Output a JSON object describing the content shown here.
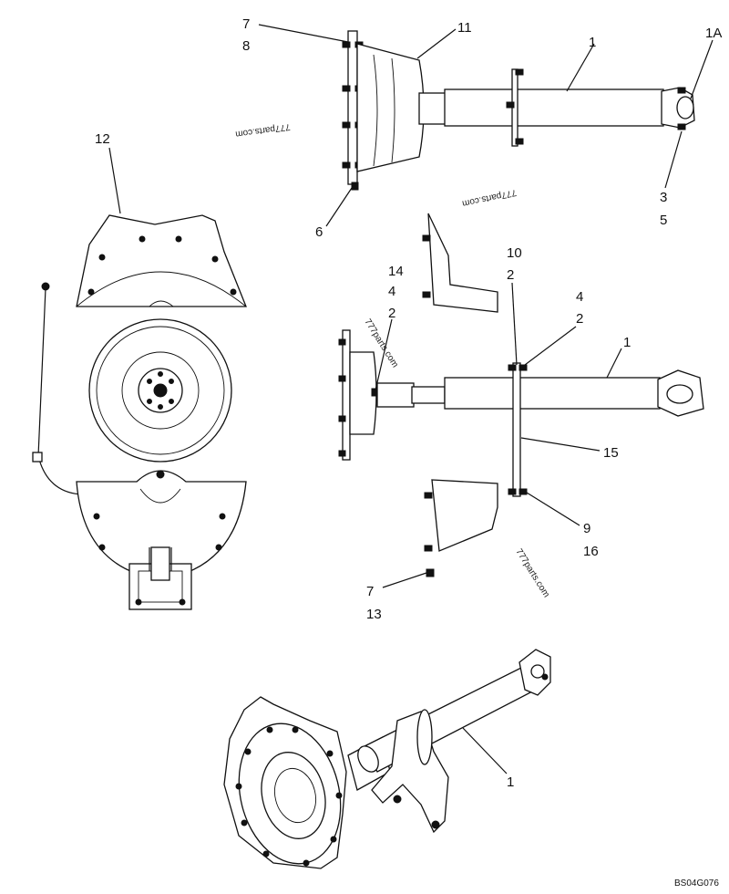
{
  "diagram": {
    "callouts": [
      {
        "id": "c-7-top",
        "text": "7"
      },
      {
        "id": "c-8",
        "text": "8"
      },
      {
        "id": "c-11",
        "text": "11"
      },
      {
        "id": "c-1-top",
        "text": "1"
      },
      {
        "id": "c-1a",
        "text": "1A"
      },
      {
        "id": "c-12",
        "text": "12"
      },
      {
        "id": "c-3",
        "text": "3"
      },
      {
        "id": "c-5",
        "text": "5"
      },
      {
        "id": "c-6",
        "text": "6"
      },
      {
        "id": "c-10",
        "text": "10"
      },
      {
        "id": "c-2-a",
        "text": "2"
      },
      {
        "id": "c-14",
        "text": "14"
      },
      {
        "id": "c-4-left",
        "text": "4"
      },
      {
        "id": "c-2-left",
        "text": "2"
      },
      {
        "id": "c-4-right",
        "text": "4"
      },
      {
        "id": "c-2-right",
        "text": "2"
      },
      {
        "id": "c-1-mid",
        "text": "1"
      },
      {
        "id": "c-15",
        "text": "15"
      },
      {
        "id": "c-9",
        "text": "9"
      },
      {
        "id": "c-16",
        "text": "16"
      },
      {
        "id": "c-7-bottom",
        "text": "7"
      },
      {
        "id": "c-13",
        "text": "13"
      },
      {
        "id": "c-1-bottom",
        "text": "1"
      }
    ],
    "watermarks": [
      {
        "id": "wm-1",
        "text": "777parts.com"
      },
      {
        "id": "wm-2",
        "text": "777parts.com"
      },
      {
        "id": "wm-3",
        "text": "777parts.com"
      },
      {
        "id": "wm-4",
        "text": "777parts.com"
      }
    ],
    "drawing_code": "BS04G076"
  }
}
